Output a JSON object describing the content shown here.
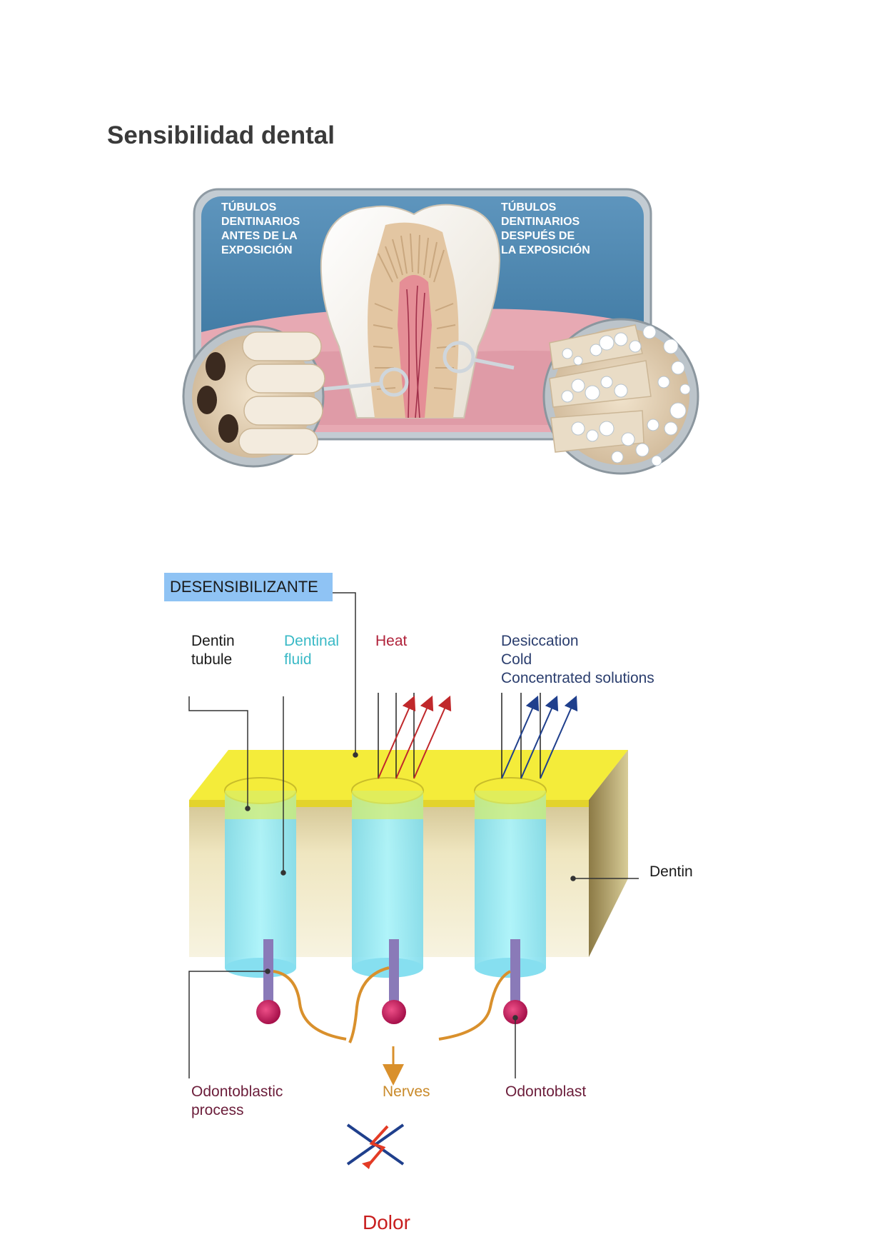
{
  "page": {
    "title": "Sensibilidad dental"
  },
  "figure1": {
    "label_left": "TÚBULOS\nDENTINARIOS\nANTES DE LA\nEXPOSICIÓN",
    "label_right": "TÚBULOS\nDENTINARIOS\nDESPUÉS DE\nLA EXPOSICIÓN",
    "colors": {
      "panel": "#3c7aa3",
      "gum": "#e7a9b3",
      "dentin": "#e3c6a2",
      "enamel": "#f6f3ee"
    }
  },
  "figure2": {
    "desensitizer_label": "DESENSIBILIZANTE",
    "labels": {
      "dentin_tubule": "Dentin\ntubule",
      "dentinal_fluid": "Dentinal\nfluid",
      "heat": "Heat",
      "stimuli": "Desiccation\nCold\nConcentrated solutions",
      "dentin": "Dentin",
      "odontoblastic_process": "Odontoblastic\nprocess",
      "nerves": "Nerves",
      "odontoblast": "Odontoblast"
    },
    "pain_label": "Dolor",
    "colors": {
      "coating": "#f4ec3a",
      "fluid": "#8ee9f6",
      "heat": "#c0282b",
      "cold": "#1f3f8c",
      "nerve": "#d9902c",
      "cell": "#c8195a",
      "pain": "#c81e1e"
    }
  }
}
